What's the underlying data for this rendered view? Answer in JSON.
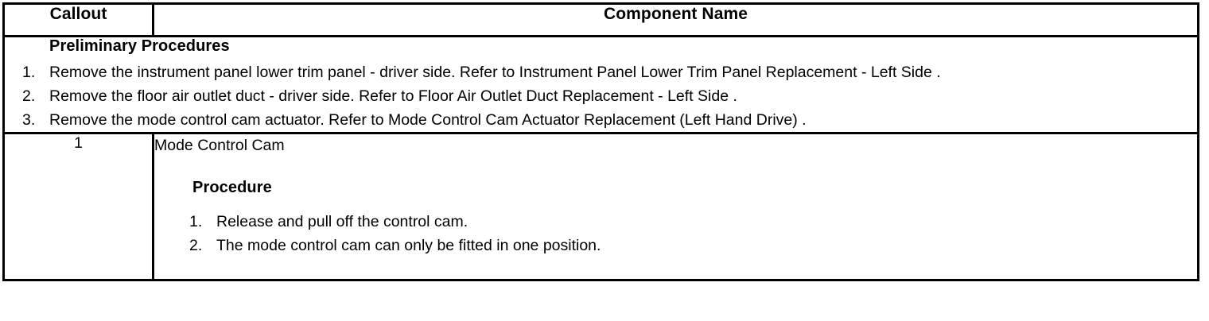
{
  "table": {
    "headers": {
      "callout": "Callout",
      "component_name": "Component Name"
    },
    "preliminary": {
      "title": "Preliminary Procedures",
      "steps": [
        {
          "num": "1.",
          "text": "Remove the instrument panel lower trim panel - driver side. Refer to Instrument Panel Lower Trim Panel Replacement - Left Side ."
        },
        {
          "num": "2.",
          "text": "Remove the floor air outlet duct - driver side. Refer to Floor Air Outlet Duct Replacement - Left Side ."
        },
        {
          "num": "3.",
          "text": "Remove the mode control cam actuator. Refer to Mode Control Cam Actuator Replacement (Left Hand Drive) ."
        }
      ]
    },
    "rows": [
      {
        "callout": "1",
        "component_name": "Mode Control Cam",
        "procedure_title": "Procedure",
        "steps": [
          {
            "num": "1.",
            "text": "Release and pull off the control cam."
          },
          {
            "num": "2.",
            "text": "The mode control cam can only be fitted in one position."
          }
        ]
      }
    ]
  },
  "colors": {
    "border": "#000000",
    "text": "#000000",
    "background": "#ffffff"
  }
}
